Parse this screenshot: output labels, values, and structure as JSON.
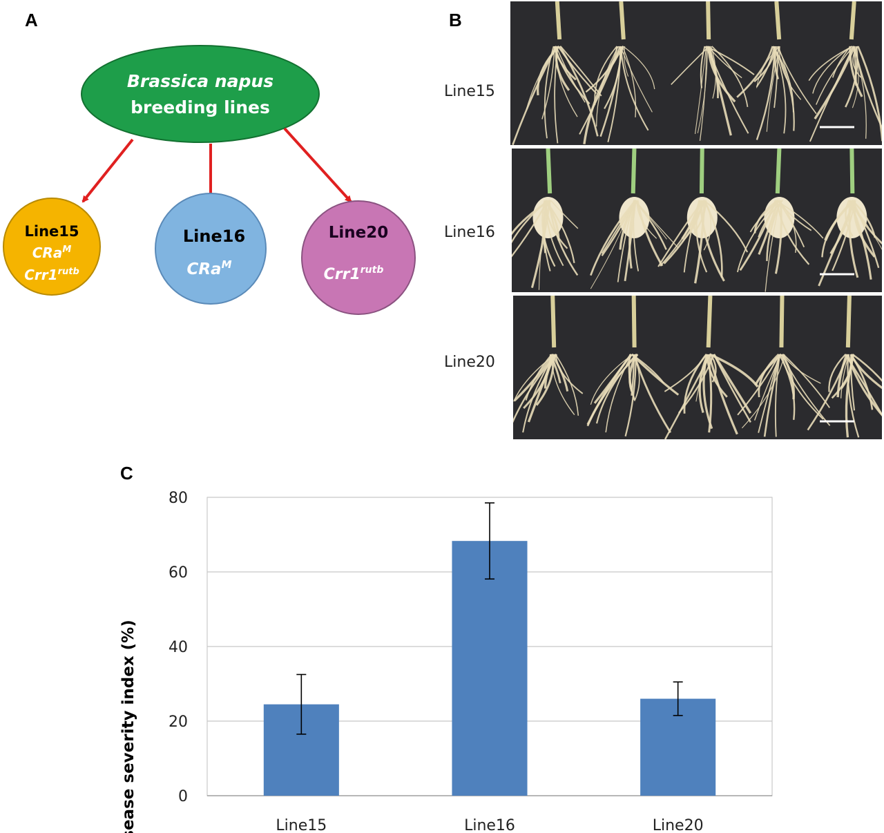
{
  "panels": {
    "a": "A",
    "b": "B",
    "c": "C"
  },
  "diagram": {
    "root": {
      "line1": "Brassica napus",
      "line2": "breeding lines",
      "fill": "#1e9e4a",
      "text_color": "#ffffff"
    },
    "arrow_color": "#e02020",
    "nodes": [
      {
        "title": "Line15",
        "genes": [
          {
            "base": "CRa",
            "sup": "M"
          },
          {
            "base": "Crr1",
            "sup": "rutb"
          }
        ],
        "fill": "#f5b400",
        "stroke": "#b88a00"
      },
      {
        "title": "Line16",
        "genes": [
          {
            "base": "CRa",
            "sup": "M"
          }
        ],
        "fill": "#80b4e0",
        "stroke": "#5a8ab8"
      },
      {
        "title": "Line20",
        "genes": [
          {
            "base": "Crr1",
            "sup": "rutb"
          }
        ],
        "fill": "#c876b4",
        "stroke": "#8a5280"
      }
    ]
  },
  "photos": {
    "labels": [
      "Line15",
      "Line16",
      "Line20"
    ],
    "background": "#2b2b2e",
    "root_color": "#e8dcb8"
  },
  "chart_data": {
    "type": "bar",
    "categories": [
      "Line15",
      "Line16",
      "Line20"
    ],
    "values": [
      24.5,
      68.3,
      26.0
    ],
    "errors": [
      8.0,
      10.2,
      4.5
    ],
    "xlabel": "",
    "ylabel": "Disease severity index (%)",
    "ylim": [
      0,
      80
    ],
    "yticks": [
      0,
      20,
      40,
      60,
      80
    ],
    "grid": true,
    "bar_color": "#4f81bd"
  }
}
